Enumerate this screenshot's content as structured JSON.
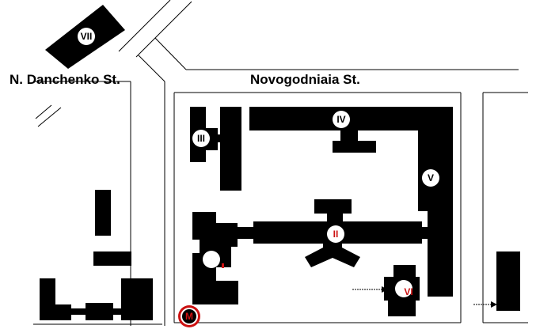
{
  "streets": {
    "street_a": "N. Danchenko St.",
    "street_b": "Novogodniaia St."
  },
  "buildings": {
    "b1": "I",
    "b2": "II",
    "b3": "III",
    "b4": "IV",
    "b5": "V",
    "b6": "VI",
    "b7": "VII",
    "metro": "M"
  },
  "colors": {
    "building": "#000000",
    "circle": "#ffffff",
    "accent_red": "#cc1111",
    "road_line": "#000000"
  }
}
